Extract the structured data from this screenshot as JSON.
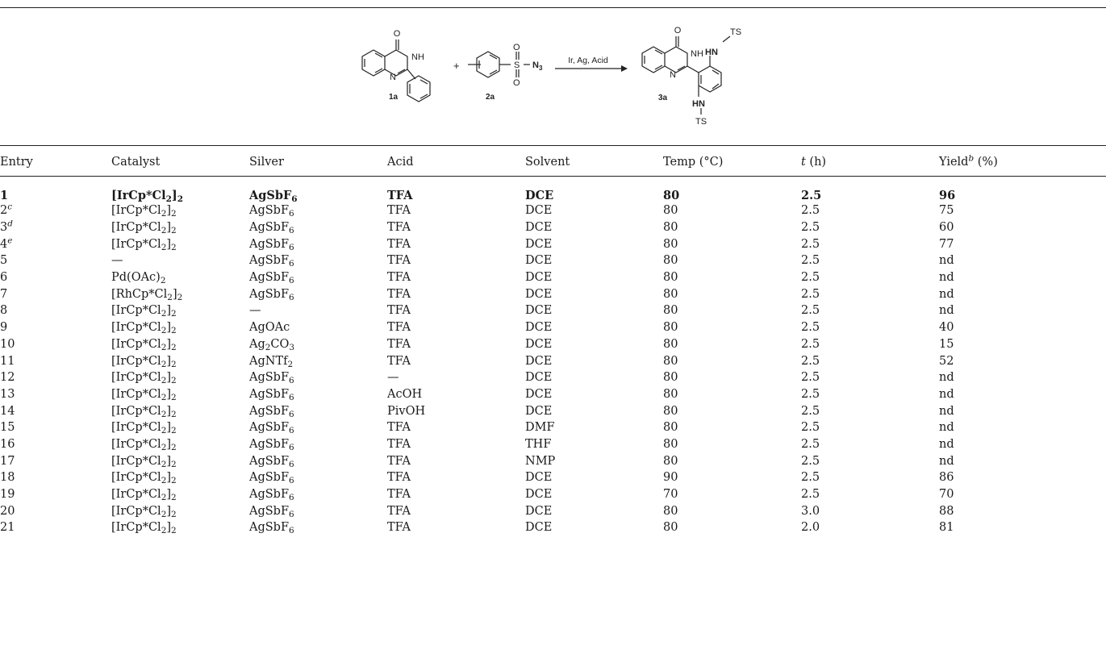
{
  "scheme": {
    "reactant1_label": "1a",
    "reactant2_label": "2a",
    "product_label": "3a",
    "plus": "+",
    "arrow_conditions": "Ir, Ag, Acid",
    "atoms": {
      "O": "O",
      "NH": "NH",
      "N": "N",
      "S": "S",
      "N3": "N",
      "N3_sub": "3",
      "HN": "HN",
      "TS": "TS"
    }
  },
  "table": {
    "headers": {
      "entry": "Entry",
      "catalyst": "Catalyst",
      "silver": "Silver",
      "acid": "Acid",
      "solvent": "Solvent",
      "temp": "Temp (°C)",
      "time_var": "t",
      "time_unit": " (h)",
      "yield": "Yield",
      "yield_sup": "b",
      "yield_unit": " (%)"
    },
    "rows": [
      {
        "entry": "1",
        "sup": "",
        "catalyst": {
          "pre": "[IrCp*Cl",
          "s1": "2",
          "mid": "]",
          "s2": "2"
        },
        "silver": {
          "pre": "AgSbF",
          "s1": "6",
          "post": ""
        },
        "acid": "TFA",
        "solvent": "DCE",
        "temp": "80",
        "time": "2.5",
        "yield": "96"
      },
      {
        "entry": "2",
        "sup": "c",
        "catalyst": {
          "pre": "[IrCp*Cl",
          "s1": "2",
          "mid": "]",
          "s2": "2"
        },
        "silver": {
          "pre": "AgSbF",
          "s1": "6",
          "post": ""
        },
        "acid": "TFA",
        "solvent": "DCE",
        "temp": "80",
        "time": "2.5",
        "yield": "75"
      },
      {
        "entry": "3",
        "sup": "d",
        "catalyst": {
          "pre": "[IrCp*Cl",
          "s1": "2",
          "mid": "]",
          "s2": "2"
        },
        "silver": {
          "pre": "AgSbF",
          "s1": "6",
          "post": ""
        },
        "acid": "TFA",
        "solvent": "DCE",
        "temp": "80",
        "time": "2.5",
        "yield": "60"
      },
      {
        "entry": "4",
        "sup": "e",
        "catalyst": {
          "pre": "[IrCp*Cl",
          "s1": "2",
          "mid": "]",
          "s2": "2"
        },
        "silver": {
          "pre": "AgSbF",
          "s1": "6",
          "post": ""
        },
        "acid": "TFA",
        "solvent": "DCE",
        "temp": "80",
        "time": "2.5",
        "yield": "77"
      },
      {
        "entry": "5",
        "sup": "",
        "catalyst": {
          "pre": "—",
          "s1": "",
          "mid": "",
          "s2": ""
        },
        "silver": {
          "pre": "AgSbF",
          "s1": "6",
          "post": ""
        },
        "acid": "TFA",
        "solvent": "DCE",
        "temp": "80",
        "time": "2.5",
        "yield": "nd"
      },
      {
        "entry": "6",
        "sup": "",
        "catalyst": {
          "pre": "Pd(OAc)",
          "s1": "2",
          "mid": "",
          "s2": ""
        },
        "silver": {
          "pre": "AgSbF",
          "s1": "6",
          "post": ""
        },
        "acid": "TFA",
        "solvent": "DCE",
        "temp": "80",
        "time": "2.5",
        "yield": "nd"
      },
      {
        "entry": "7",
        "sup": "",
        "catalyst": {
          "pre": "[RhCp*Cl",
          "s1": "2",
          "mid": "]",
          "s2": "2"
        },
        "silver": {
          "pre": "AgSbF",
          "s1": "6",
          "post": ""
        },
        "acid": "TFA",
        "solvent": "DCE",
        "temp": "80",
        "time": "2.5",
        "yield": "nd"
      },
      {
        "entry": "8",
        "sup": "",
        "catalyst": {
          "pre": "[IrCp*Cl",
          "s1": "2",
          "mid": "]",
          "s2": "2"
        },
        "silver": {
          "pre": "—",
          "s1": "",
          "post": ""
        },
        "acid": "TFA",
        "solvent": "DCE",
        "temp": "80",
        "time": "2.5",
        "yield": "nd"
      },
      {
        "entry": "9",
        "sup": "",
        "catalyst": {
          "pre": "[IrCp*Cl",
          "s1": "2",
          "mid": "]",
          "s2": "2"
        },
        "silver": {
          "pre": "AgOAc",
          "s1": "",
          "post": ""
        },
        "acid": "TFA",
        "solvent": "DCE",
        "temp": "80",
        "time": "2.5",
        "yield": "40"
      },
      {
        "entry": "10",
        "sup": "",
        "catalyst": {
          "pre": "[IrCp*Cl",
          "s1": "2",
          "mid": "]",
          "s2": "2"
        },
        "silver": {
          "pre": "Ag",
          "s1": "2",
          "post": "CO",
          "s2": "3"
        },
        "acid": "TFA",
        "solvent": "DCE",
        "temp": "80",
        "time": "2.5",
        "yield": "15"
      },
      {
        "entry": "11",
        "sup": "",
        "catalyst": {
          "pre": "[IrCp*Cl",
          "s1": "2",
          "mid": "]",
          "s2": "2"
        },
        "silver": {
          "pre": "AgNTf",
          "s1": "2",
          "post": ""
        },
        "acid": "TFA",
        "solvent": "DCE",
        "temp": "80",
        "time": "2.5",
        "yield": "52"
      },
      {
        "entry": "12",
        "sup": "",
        "catalyst": {
          "pre": "[IrCp*Cl",
          "s1": "2",
          "mid": "]",
          "s2": "2"
        },
        "silver": {
          "pre": "AgSbF",
          "s1": "6",
          "post": ""
        },
        "acid": "—",
        "solvent": "DCE",
        "temp": "80",
        "time": "2.5",
        "yield": "nd"
      },
      {
        "entry": "13",
        "sup": "",
        "catalyst": {
          "pre": "[IrCp*Cl",
          "s1": "2",
          "mid": "]",
          "s2": "2"
        },
        "silver": {
          "pre": "AgSbF",
          "s1": "6",
          "post": ""
        },
        "acid": "AcOH",
        "solvent": "DCE",
        "temp": "80",
        "time": "2.5",
        "yield": "nd"
      },
      {
        "entry": "14",
        "sup": "",
        "catalyst": {
          "pre": "[IrCp*Cl",
          "s1": "2",
          "mid": "]",
          "s2": "2"
        },
        "silver": {
          "pre": "AgSbF",
          "s1": "6",
          "post": ""
        },
        "acid": "PivOH",
        "solvent": "DCE",
        "temp": "80",
        "time": "2.5",
        "yield": "nd"
      },
      {
        "entry": "15",
        "sup": "",
        "catalyst": {
          "pre": "[IrCp*Cl",
          "s1": "2",
          "mid": "]",
          "s2": "2"
        },
        "silver": {
          "pre": "AgSbF",
          "s1": "6",
          "post": ""
        },
        "acid": "TFA",
        "solvent": "DMF",
        "temp": "80",
        "time": "2.5",
        "yield": "nd"
      },
      {
        "entry": "16",
        "sup": "",
        "catalyst": {
          "pre": "[IrCp*Cl",
          "s1": "2",
          "mid": "]",
          "s2": "2"
        },
        "silver": {
          "pre": "AgSbF",
          "s1": "6",
          "post": ""
        },
        "acid": "TFA",
        "solvent": "THF",
        "temp": "80",
        "time": "2.5",
        "yield": "nd"
      },
      {
        "entry": "17",
        "sup": "",
        "catalyst": {
          "pre": "[IrCp*Cl",
          "s1": "2",
          "mid": "]",
          "s2": "2"
        },
        "silver": {
          "pre": "AgSbF",
          "s1": "6",
          "post": ""
        },
        "acid": "TFA",
        "solvent": "NMP",
        "temp": "80",
        "time": "2.5",
        "yield": "nd"
      },
      {
        "entry": "18",
        "sup": "",
        "catalyst": {
          "pre": "[IrCp*Cl",
          "s1": "2",
          "mid": "]",
          "s2": "2"
        },
        "silver": {
          "pre": "AgSbF",
          "s1": "6",
          "post": ""
        },
        "acid": "TFA",
        "solvent": "DCE",
        "temp": "90",
        "time": "2.5",
        "yield": "86"
      },
      {
        "entry": "19",
        "sup": "",
        "catalyst": {
          "pre": "[IrCp*Cl",
          "s1": "2",
          "mid": "]",
          "s2": "2"
        },
        "silver": {
          "pre": "AgSbF",
          "s1": "6",
          "post": ""
        },
        "acid": "TFA",
        "solvent": "DCE",
        "temp": "70",
        "time": "2.5",
        "yield": "70"
      },
      {
        "entry": "20",
        "sup": "",
        "catalyst": {
          "pre": "[IrCp*Cl",
          "s1": "2",
          "mid": "]",
          "s2": "2"
        },
        "silver": {
          "pre": "AgSbF",
          "s1": "6",
          "post": ""
        },
        "acid": "TFA",
        "solvent": "DCE",
        "temp": "80",
        "time": "3.0",
        "yield": "88"
      },
      {
        "entry": "21",
        "sup": "",
        "catalyst": {
          "pre": "[IrCp*Cl",
          "s1": "2",
          "mid": "]",
          "s2": "2"
        },
        "silver": {
          "pre": "AgSbF",
          "s1": "6",
          "post": ""
        },
        "acid": "TFA",
        "solvent": "DCE",
        "temp": "80",
        "time": "2.0",
        "yield": "81"
      }
    ],
    "bold_rows": [
      0
    ]
  }
}
